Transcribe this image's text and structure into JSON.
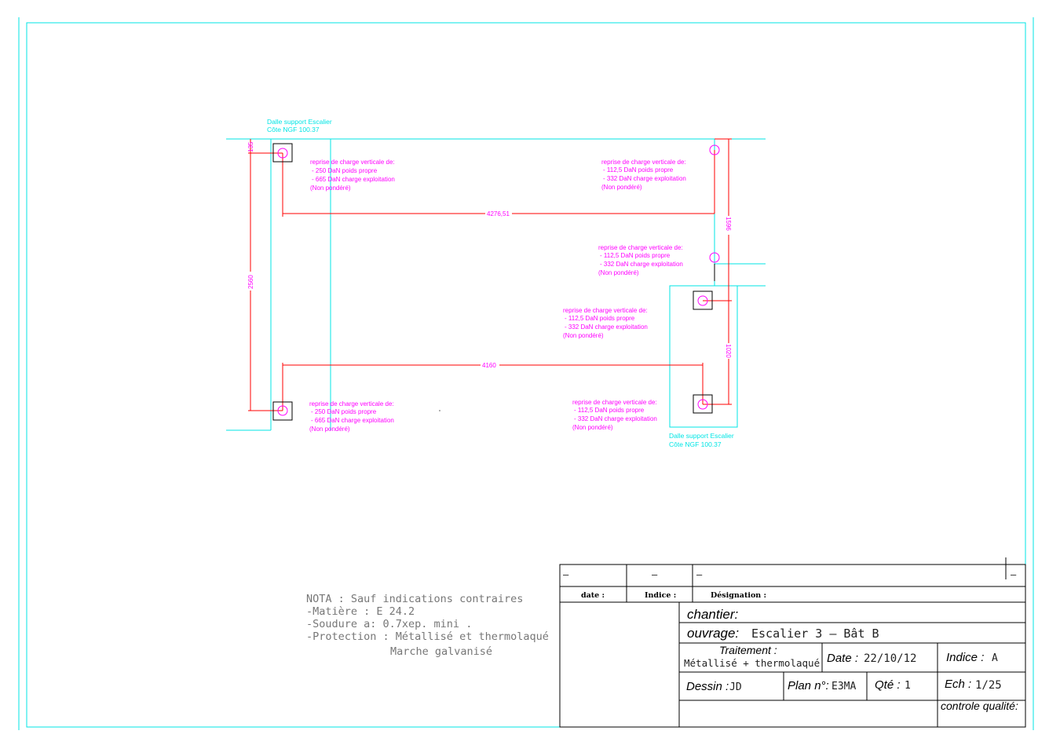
{
  "colors": {
    "frame": "#00e5e5",
    "dimension": "#ff0000",
    "annotation": "#ff00ff",
    "outline": "#000000",
    "nota": "#777777"
  },
  "supports": {
    "top": {
      "line1": "Dalle support Escalier",
      "line2": "Côte NGF 100.37"
    },
    "bottom": {
      "line1": "Dalle support Escalier",
      "line2": "Côte NGF 100.37"
    }
  },
  "loads": [
    {
      "l1": "reprise de charge verticale de:",
      "l2": "- 250 DaN poids propre",
      "l3": "- 665 DaN charge exploitation",
      "l4": "(Non pondéré)"
    },
    {
      "l1": "reprise de charge verticale de:",
      "l2": "- 112,5 DaN poids propre",
      "l3": "- 332 DaN charge exploitation",
      "l4": "(Non pondéré)"
    },
    {
      "l1": "reprise de charge verticale de:",
      "l2": "- 112,5 DaN poids propre",
      "l3": "- 332 DaN charge exploitation",
      "l4": "(Non pondéré)"
    },
    {
      "l1": "reprise de charge verticale de:",
      "l2": "- 112,5 DaN poids propre",
      "l3": "- 332 DaN charge exploitation",
      "l4": "(Non pondéré)"
    },
    {
      "l1": "reprise de charge verticale de:",
      "l2": "- 250 DaN poids propre",
      "l3": "- 665 DaN charge exploitation",
      "l4": "(Non pondéré)"
    },
    {
      "l1": "reprise de charge verticale de:",
      "l2": "- 112,5 DaN poids propre",
      "l3": "- 332 DaN charge exploitation",
      "l4": "(Non pondéré)"
    }
  ],
  "dimensions": {
    "top_width": "4276,51",
    "bottom_width": "4160",
    "left_height": "2560",
    "top_offset": "135",
    "right_upper": "1596",
    "right_lower": "1020"
  },
  "nota": {
    "line1": "NOTA : Sauf indications contraires",
    "line2": "-Matière : E 24.2",
    "line3": "-Soudure a: 0.7xep. mini .",
    "line4": "-Protection : Métallisé et thermolaqué",
    "line5": "Marche galvanisé"
  },
  "title_block": {
    "rev_date": "—",
    "rev_indice": "—",
    "rev_designation": "—",
    "rev_extra": "—",
    "hdr_date": "date :",
    "hdr_indice": "Indice :",
    "hdr_designation": "Désignation :",
    "chantier_label": "chantier:",
    "ouvrage_label": "ouvrage:",
    "ouvrage_value": "Escalier 3 — Bât B",
    "traitement_label": "Traitement :",
    "traitement_value": "Métallisé + thermolaqué",
    "date_label": "Date :",
    "date_value": "22/10/12",
    "indice_label": "Indice :",
    "indice_value": "A",
    "dessin_label": "Dessin :",
    "dessin_value": "JD",
    "plan_label": "Plan n°:",
    "plan_value": "E3MA",
    "qte_label": "Qté :",
    "qte_value": "1",
    "ech_label": "Ech :",
    "ech_value": "1/25",
    "controle_label": "controle qualité:"
  }
}
